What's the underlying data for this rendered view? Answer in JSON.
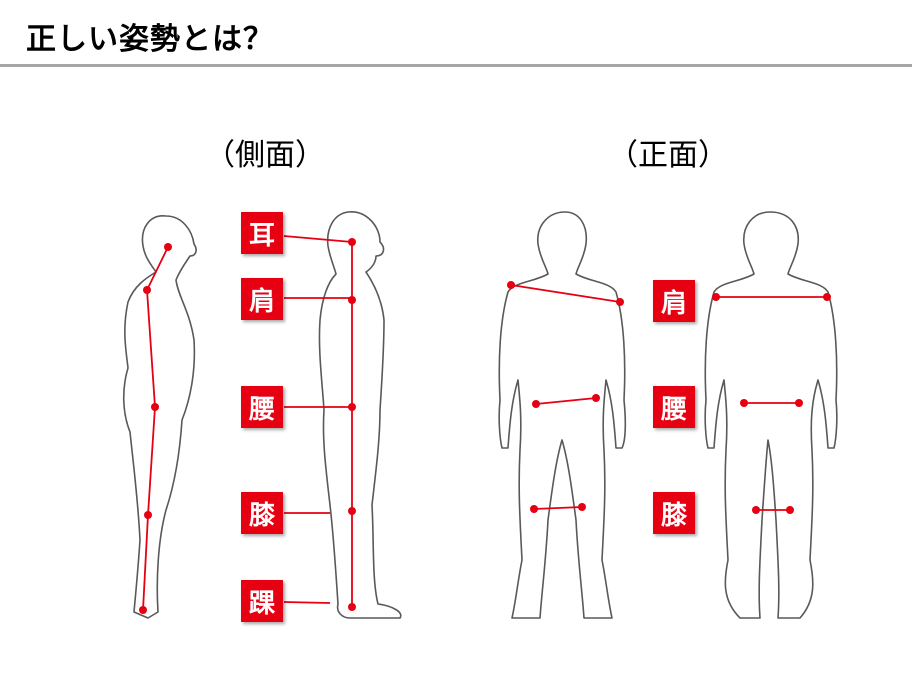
{
  "header": {
    "title": "正しい姿勢とは？"
  },
  "sections": {
    "side": "（側面）",
    "front": "（正面）"
  },
  "side_labels": [
    "耳",
    "肩",
    "腰",
    "膝",
    "踝"
  ],
  "front_labels": [
    "肩",
    "腰",
    "膝"
  ],
  "colors": {
    "accent": "#e60012",
    "rule": "#a6a6a6",
    "outline": "#595959"
  }
}
